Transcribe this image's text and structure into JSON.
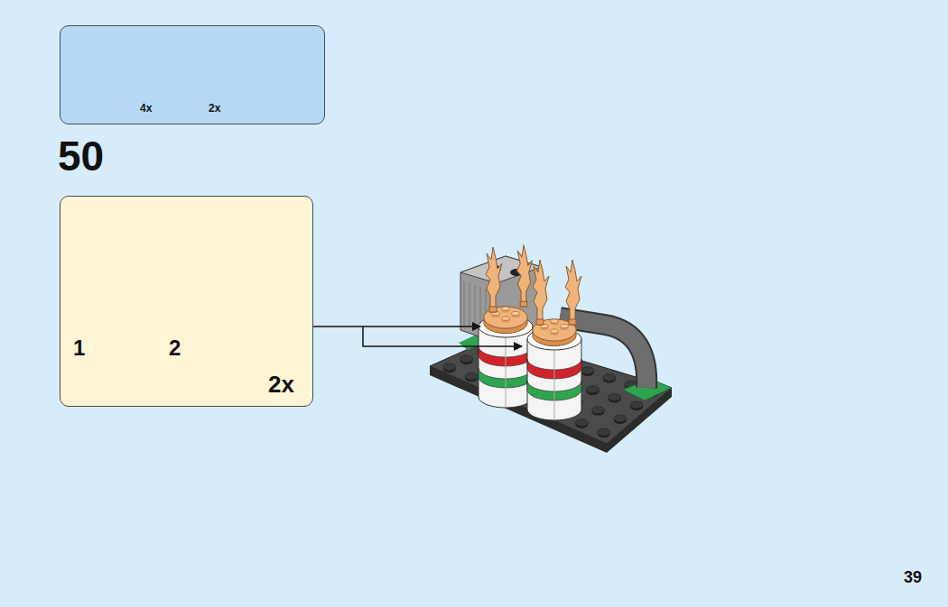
{
  "diagram": {
    "nodes": [
      {
        "text": [
          "4x",
          "2x"
        ]
      },
      {
        "text": [
          "1",
          "2",
          "2x"
        ]
      }
    ],
    "labels": [
      "50",
      "39"
    ]
  }
}
